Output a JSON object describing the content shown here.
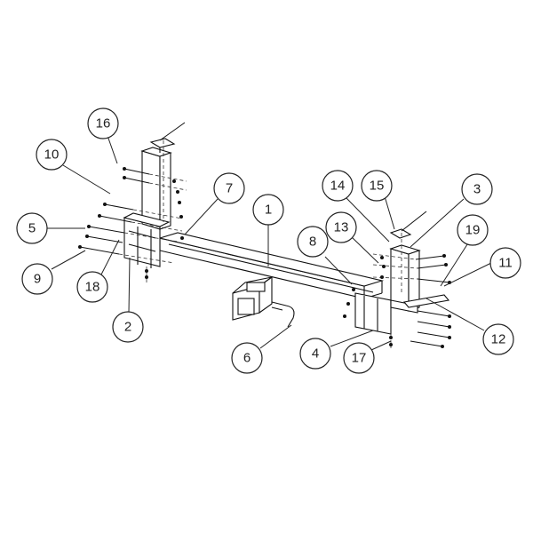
{
  "diagram": {
    "type": "exploded-assembly",
    "callouts": [
      {
        "id": "c1",
        "label": "1"
      },
      {
        "id": "c2",
        "label": "2"
      },
      {
        "id": "c3",
        "label": "3"
      },
      {
        "id": "c4",
        "label": "4"
      },
      {
        "id": "c5",
        "label": "5"
      },
      {
        "id": "c6",
        "label": "6"
      },
      {
        "id": "c7",
        "label": "7"
      },
      {
        "id": "c8",
        "label": "8"
      },
      {
        "id": "c9",
        "label": "9"
      },
      {
        "id": "c10",
        "label": "10"
      },
      {
        "id": "c11",
        "label": "11"
      },
      {
        "id": "c12",
        "label": "12"
      },
      {
        "id": "c13",
        "label": "13"
      },
      {
        "id": "c14",
        "label": "14"
      },
      {
        "id": "c15",
        "label": "15"
      },
      {
        "id": "c16",
        "label": "16"
      },
      {
        "id": "c17",
        "label": "17"
      },
      {
        "id": "c18",
        "label": "18"
      },
      {
        "id": "c19",
        "label": "19"
      }
    ]
  }
}
